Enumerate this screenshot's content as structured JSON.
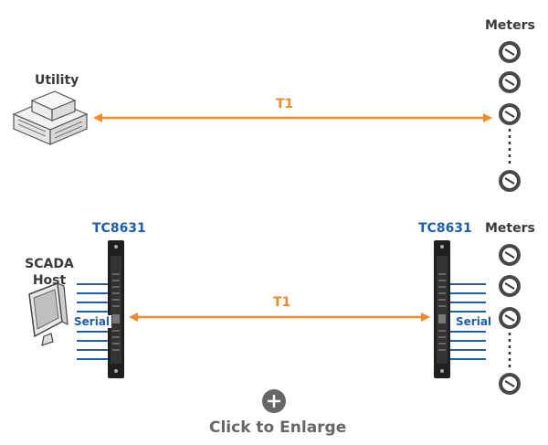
{
  "top": {
    "utility_label": "Utility",
    "link_label": "T1",
    "meters_label": "Meters"
  },
  "bottom": {
    "left_device_label": "TC8631",
    "right_device_label": "TC8631",
    "meters_label": "Meters",
    "host_label_line1": "SCADA",
    "host_label_line2": "Host",
    "link_label": "T1",
    "left_serial_label": "Serial",
    "right_serial_label": "Serial"
  },
  "enlarge": {
    "label": "Click to Enlarge",
    "icon": "plus-circle-icon"
  },
  "colors": {
    "link": "#f08a2c",
    "device_label": "#1f5fa8",
    "serial_lines": "#1f5fa8",
    "text_dark": "#3a3a3a",
    "meter": "#4a4a4a",
    "enlarge": "#666666"
  }
}
